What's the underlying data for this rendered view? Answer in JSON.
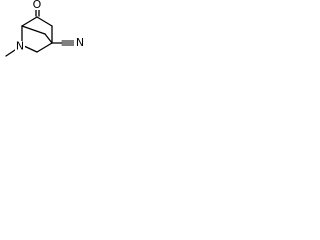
{
  "molecule": {
    "atoms": {
      "oxygen": "O",
      "nitrogen_ring": "N",
      "nitrogen_nitrile": "N"
    },
    "colors": {
      "bond": "#000000",
      "label": "#000000",
      "background": "#ffffff"
    }
  }
}
